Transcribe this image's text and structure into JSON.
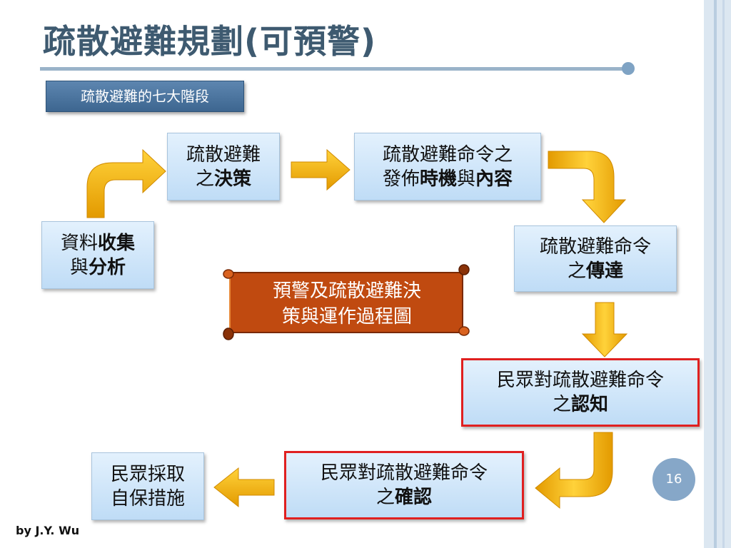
{
  "slide": {
    "title": "疏散避難規劃(可預警)",
    "subtitle": "疏散避難的七大階段",
    "page_number": "16",
    "footer": "by J.Y. Wu"
  },
  "stages": {
    "collect": {
      "line1_plain": "資料",
      "line1_bold": "收集",
      "line2_plain": "與",
      "line2_bold": "分析"
    },
    "decision": {
      "line1_plain": "疏散避難",
      "line2_plain": "之",
      "line2_bold": "決策"
    },
    "issue": {
      "line1_plain": "疏散避難命令之",
      "line2_plain_a": "發佈",
      "line2_bold_a": "時機",
      "line2_plain_b": "與",
      "line2_bold_b": "內容"
    },
    "transmit": {
      "line1_plain": "疏散避難命令",
      "line2_plain": "之",
      "line2_bold": "傳達"
    },
    "cognition": {
      "line1_plain": "民眾對疏散避難命令",
      "line2_plain": "之",
      "line2_bold": "認知"
    },
    "confirm": {
      "line1_plain": "民眾對疏散避難命令",
      "line2_plain": "之",
      "line2_bold": "確認"
    },
    "action": {
      "line1_plain": "民眾採取",
      "line2_plain": "自保措施"
    }
  },
  "center_scroll": {
    "line1": "預警及疏散避難決",
    "line2": "策與運作過程圖"
  },
  "colors": {
    "title": "#3e5a70",
    "box_fill": "#cfe5f9",
    "highlight_border": "#e02020",
    "arrow": "#f5b800",
    "scroll": "#c04a10"
  }
}
